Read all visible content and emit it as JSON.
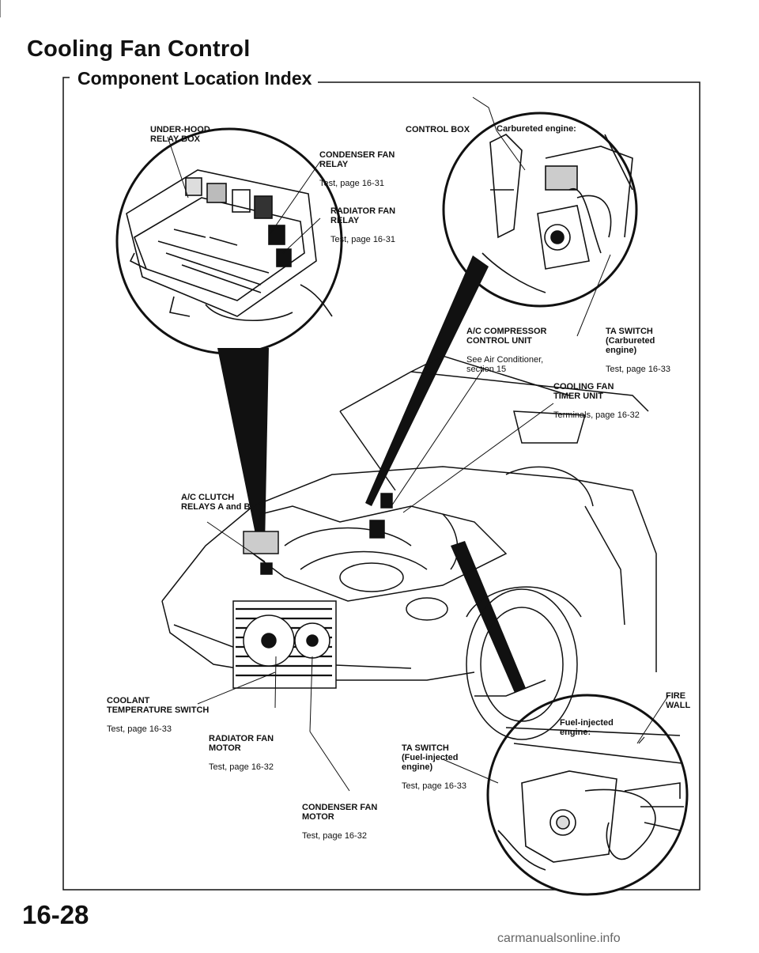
{
  "header": {
    "title": "Cooling Fan Control",
    "subtitle": "Component Location Index"
  },
  "footer": {
    "page_number": "16-28",
    "watermark": "carmanualsonline.info"
  },
  "callouts": {
    "underhood_box": {
      "name": "UNDER-HOOD\nRELAY BOX"
    },
    "control_box": {
      "name": "CONTROL BOX"
    },
    "carbureted_engine": {
      "name": "Carbureted engine:"
    },
    "condenser_fan_relay": {
      "name": "CONDENSER FAN\nRELAY",
      "ref": "Test, page 16-31"
    },
    "radiator_fan_relay": {
      "name": "RADIATOR FAN\nRELAY",
      "ref": "Test, page 16-31"
    },
    "ac_compressor_unit": {
      "name": "A/C COMPRESSOR\nCONTROL UNIT",
      "ref": "See Air Conditioner,\nsection 15"
    },
    "ta_switch_carb": {
      "name": "TA SWITCH\n(Carbureted\nengine)",
      "ref": "Test, page 16-33"
    },
    "cooling_fan_timer": {
      "name": "COOLING FAN\nTIMER UNIT",
      "ref": "Terminals, page 16-32"
    },
    "ac_clutch_relays": {
      "name": "A/C CLUTCH\nRELAYS A and B"
    },
    "coolant_temp_switch": {
      "name": "COOLANT\nTEMPERATURE SWITCH",
      "ref": "Test, page 16-33"
    },
    "radiator_fan_motor": {
      "name": "RADIATOR FAN\nMOTOR",
      "ref": "Test, page 16-32"
    },
    "condenser_fan_motor": {
      "name": "CONDENSER FAN\nMOTOR",
      "ref": "Test, page 16-32"
    },
    "ta_switch_fi": {
      "name": "TA SWITCH\n(Fuel-injected\nengine)",
      "ref": "Test, page 16-33"
    },
    "firewall": {
      "name": "FIRE\nWALL"
    },
    "fuel_injected_engine": {
      "name": "Fuel-injected\nengine:"
    }
  }
}
